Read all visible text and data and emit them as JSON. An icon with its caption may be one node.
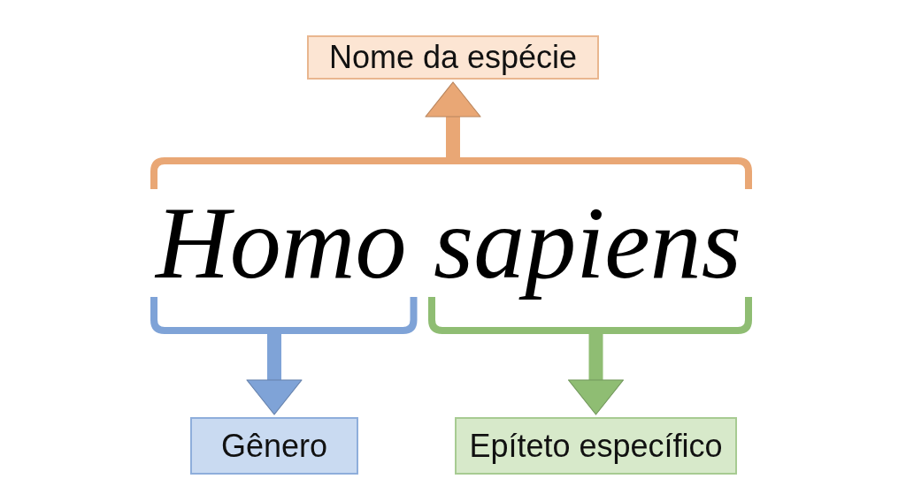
{
  "diagram": {
    "nodes": [
      {
        "text": [
          "Nome da espécie"
        ]
      },
      {
        "text": [
          "Homo"
        ]
      },
      {
        "text": [
          "sapiens"
        ]
      },
      {
        "text": [
          "Gênero"
        ]
      },
      {
        "text": [
          "Epíteto específico"
        ]
      }
    ],
    "edges": [
      {
        "from": 1,
        "to": 0,
        "arrow": "to",
        "color": "#e9a775"
      },
      {
        "from": 2,
        "to": 0,
        "arrow": "to",
        "color": "#e9a775"
      },
      {
        "from": 1,
        "to": 3,
        "arrow": "to",
        "color": "#7fa3d7"
      },
      {
        "from": 2,
        "to": 4,
        "arrow": "to",
        "color": "#8fbd73"
      }
    ]
  }
}
